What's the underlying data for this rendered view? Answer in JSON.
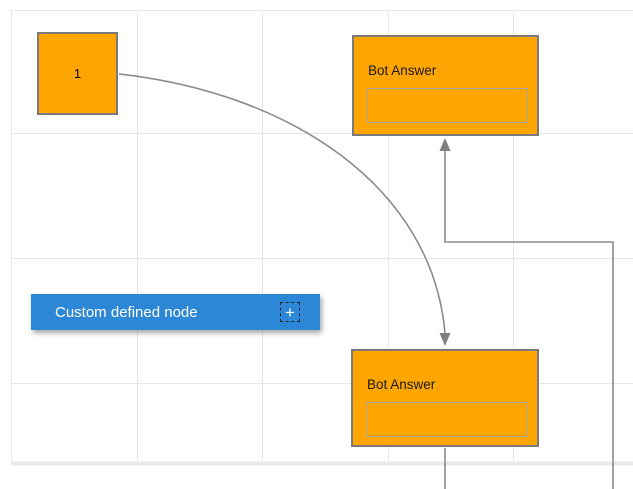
{
  "colors": {
    "node_fill": "#ffa500",
    "node_border": "#7a7a7a",
    "inner_border": "#a6a6a6",
    "connector": "#8b8b8b",
    "custom_fill": "#2d87d7",
    "custom_text": "#ffffff",
    "grid_line": "#e8e8e8",
    "canvas_bg": "#ffffff",
    "label_text": "#1a1a1a"
  },
  "diagram": {
    "nodes": [
      {
        "id": "source",
        "type": "square",
        "label": "1"
      },
      {
        "id": "bot-answer-top",
        "type": "bot-answer",
        "label": "Bot Answer",
        "input_value": ""
      },
      {
        "id": "bot-answer-bottom",
        "type": "bot-answer",
        "label": "Bot Answer",
        "input_value": ""
      },
      {
        "id": "custom-defined",
        "type": "custom",
        "label": "Custom defined node",
        "add_icon": "+"
      }
    ],
    "connectors": [
      {
        "id": "curve",
        "from": "source",
        "to": "bot-answer-bottom",
        "style": "curved",
        "arrow": "down"
      },
      {
        "id": "orthogonal",
        "to": "bot-answer-top",
        "style": "orthogonal",
        "arrow": "up"
      },
      {
        "id": "stub",
        "from": "bot-answer-bottom",
        "style": "straight",
        "arrow": "none"
      }
    ]
  }
}
